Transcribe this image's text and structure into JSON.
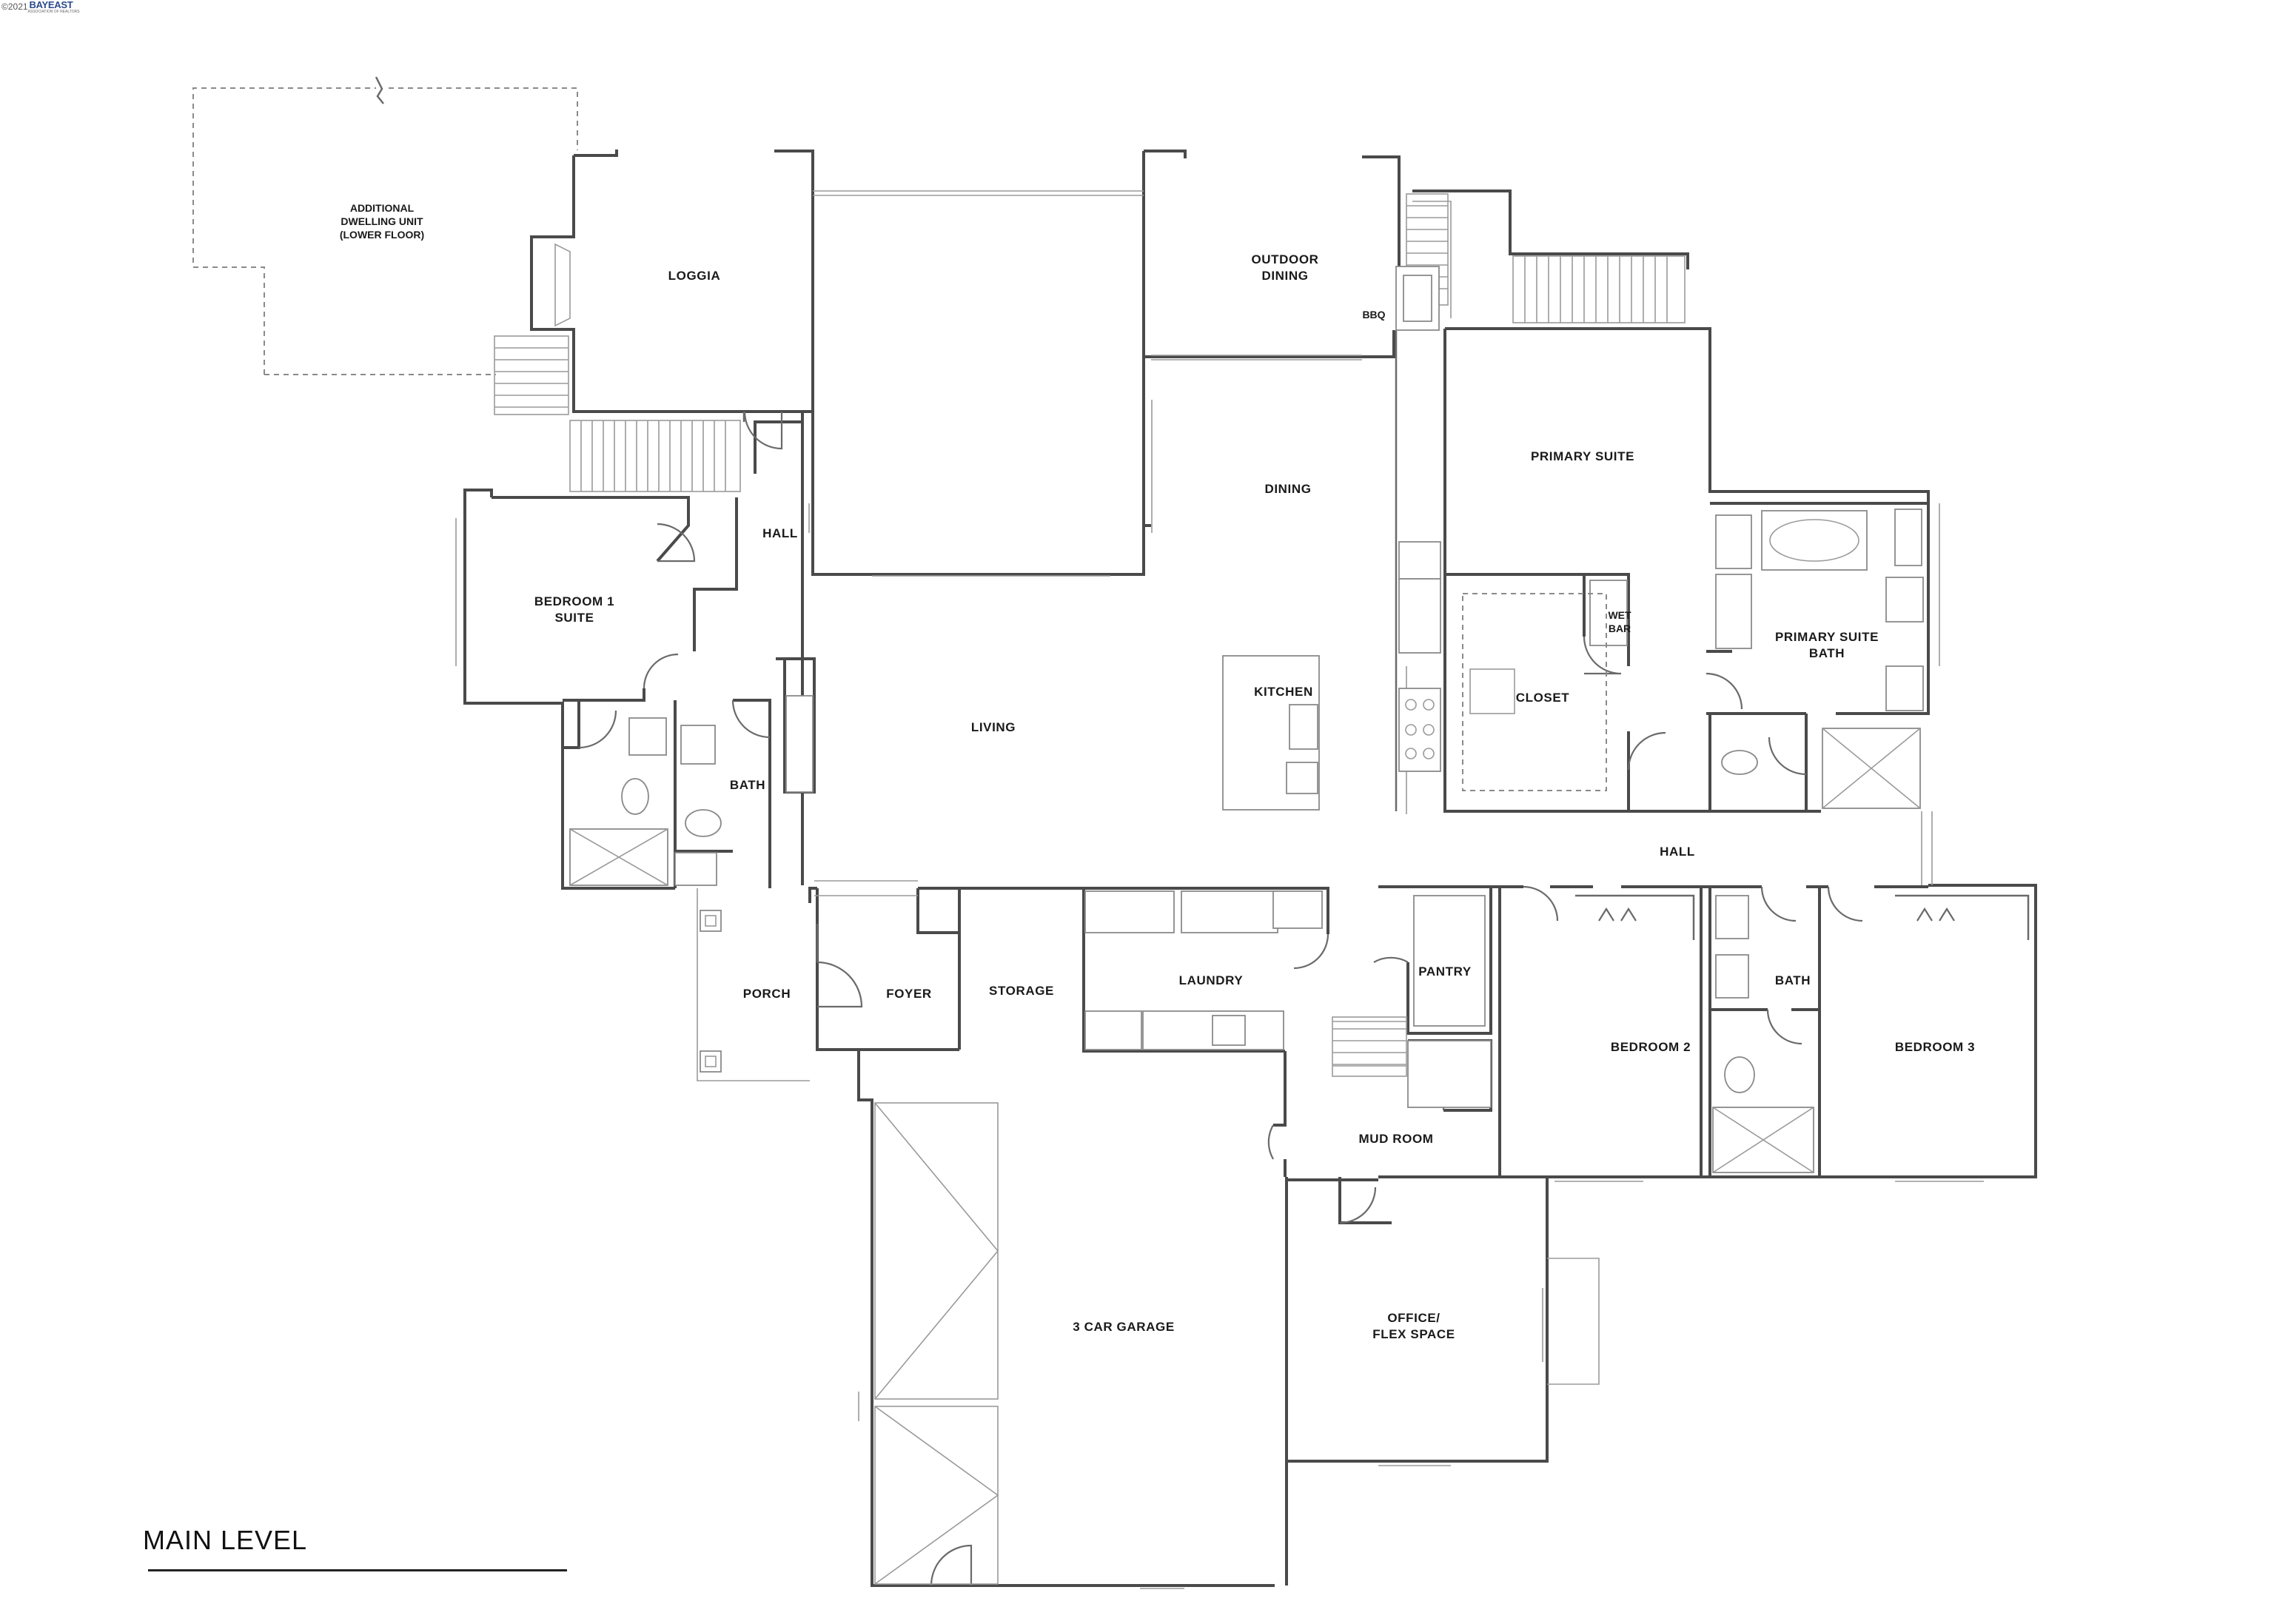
{
  "header": {
    "copyright": "©2021",
    "logo_text": "BAYEAST",
    "logo_subtext": "ASSOCIATION OF REALTORS"
  },
  "level_title": "MAIN LEVEL",
  "rooms": {
    "adu_line1": "ADDITIONAL",
    "adu_line2": "DWELLING UNIT",
    "adu_line3": "(LOWER FLOOR)",
    "loggia": "LOGGIA",
    "outdoor_dining_line1": "OUTDOOR",
    "outdoor_dining_line2": "DINING",
    "bbq": "BBQ",
    "dining": "DINING",
    "primary_suite": "PRIMARY SUITE",
    "hall_upper": "HALL",
    "bedroom1_line1": "BEDROOM 1",
    "bedroom1_line2": "SUITE",
    "wet_bar_line1": "WET",
    "wet_bar_line2": "BAR",
    "primary_bath_line1": "PRIMARY SUITE",
    "primary_bath_line2": "BATH",
    "kitchen": "KITCHEN",
    "closet": "CLOSET",
    "living": "LIVING",
    "bath1": "BATH",
    "hall_right": "HALL",
    "pantry": "PANTRY",
    "bath2": "BATH",
    "laundry": "LAUNDRY",
    "porch": "PORCH",
    "foyer": "FOYER",
    "storage": "STORAGE",
    "bedroom2": "BEDROOM 2",
    "bedroom3": "BEDROOM 3",
    "mud_room": "MUD ROOM",
    "garage": "3 CAR GARAGE",
    "office_line1": "OFFICE/",
    "office_line2": "FLEX SPACE"
  }
}
